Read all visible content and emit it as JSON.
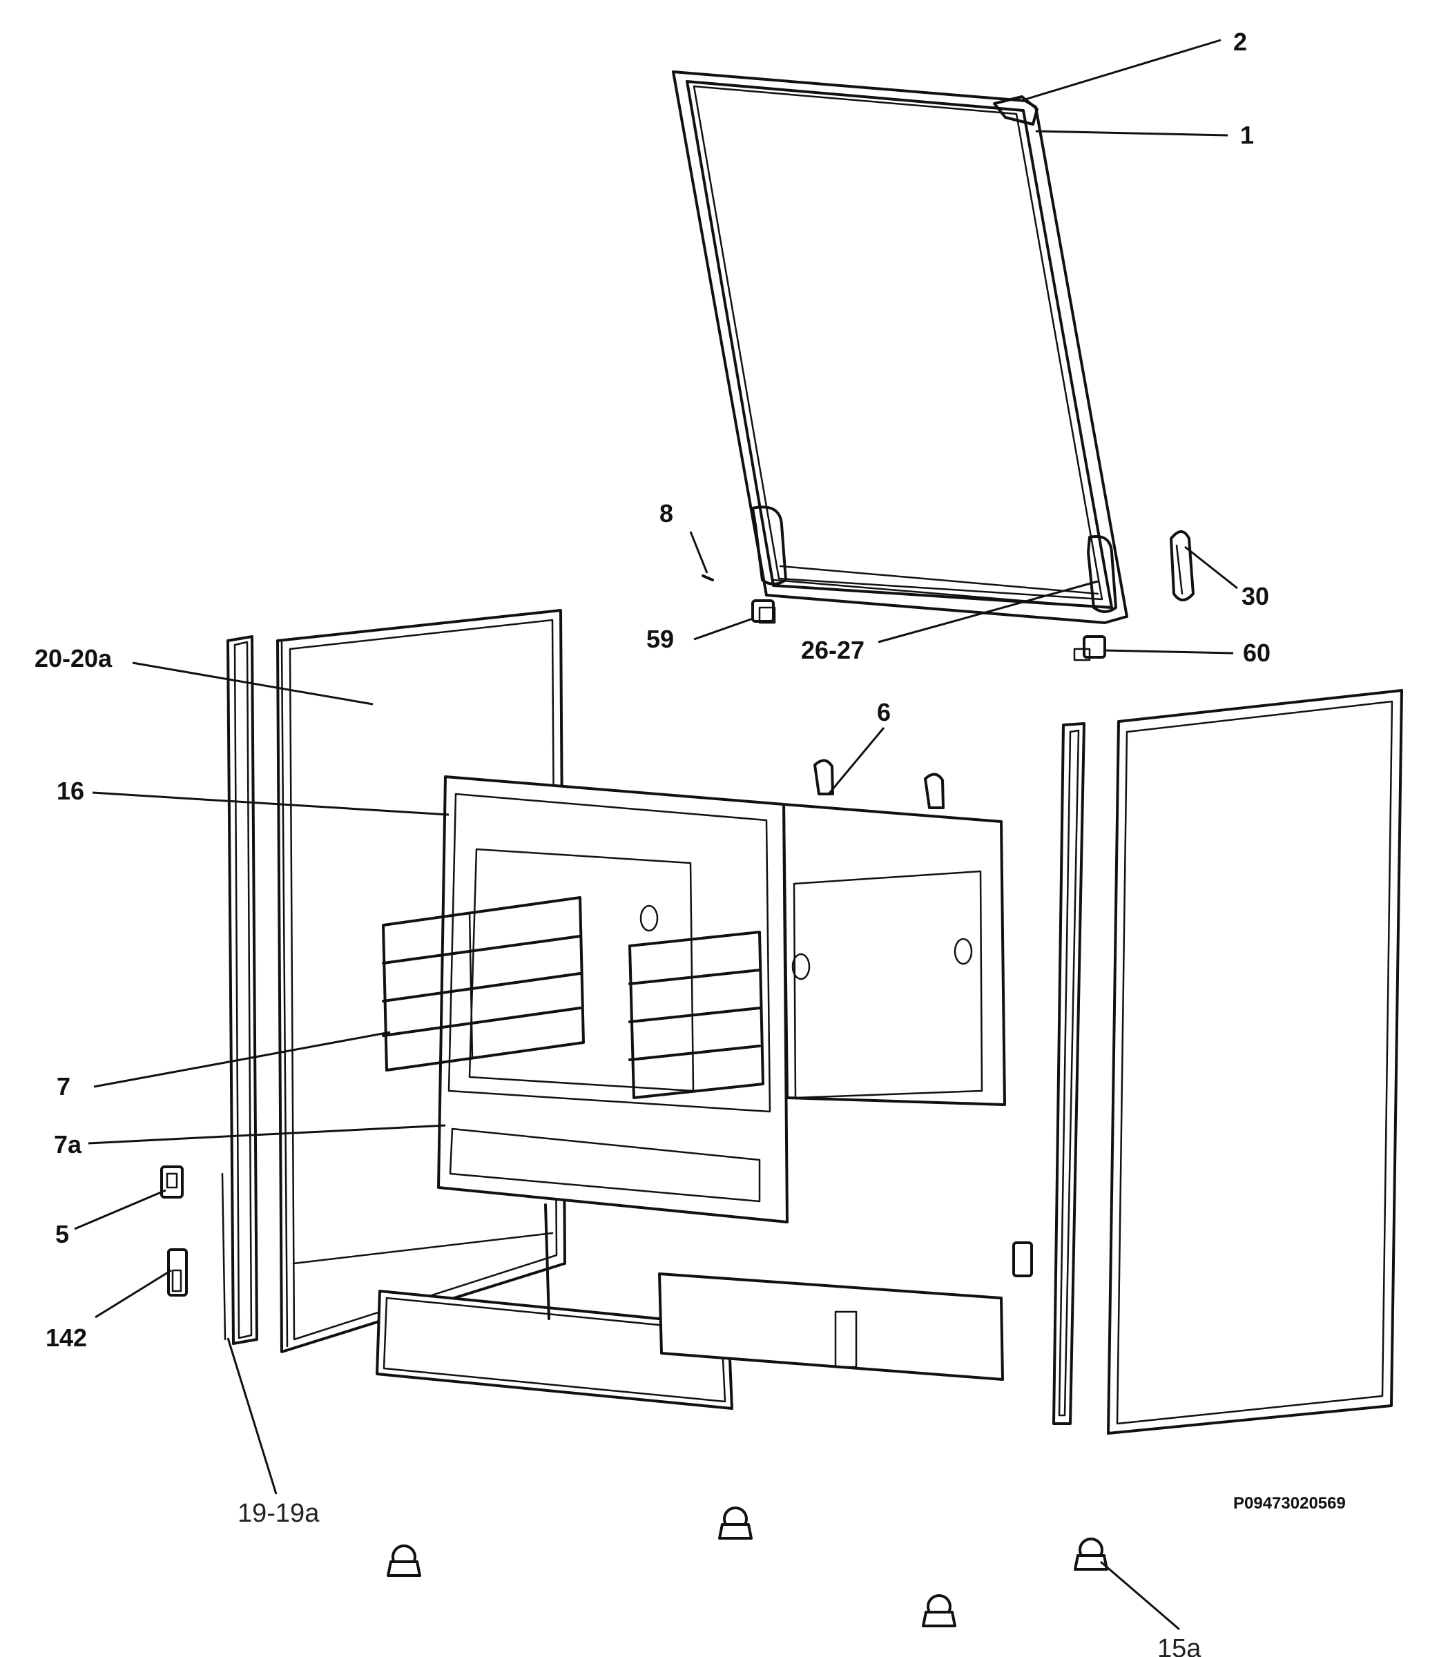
{
  "diagram": {
    "reference_code": "P09473020569",
    "callouts": {
      "c2": "2",
      "c1": "1",
      "c8": "8",
      "c30": "30",
      "c59": "59",
      "c26_27": "26-27",
      "c60": "60",
      "c20_20a": "20-20a",
      "c6": "6",
      "c16": "16",
      "c7": "7",
      "c7a": "7a",
      "c5": "5",
      "c142": "142",
      "c19_19a": "19-19a",
      "c15a": "15a"
    }
  }
}
